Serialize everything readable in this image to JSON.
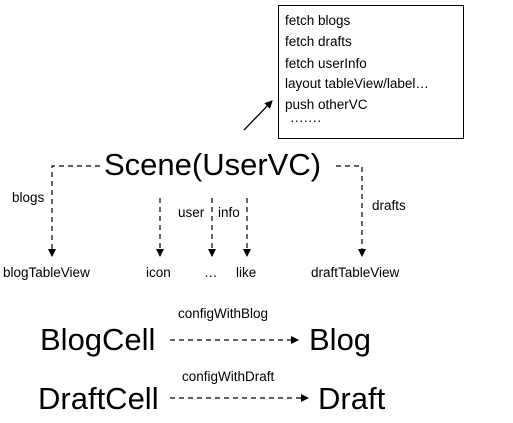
{
  "note": {
    "lines": [
      "fetch blogs",
      "fetch drafts",
      "fetch userInfo",
      "layout tableView/label…",
      "push otherVC",
      "·······"
    ]
  },
  "scene": {
    "title": "Scene(UserVC)"
  },
  "edges": {
    "blogs": "blogs",
    "user": "user",
    "info": "info",
    "drafts": "drafts"
  },
  "children": {
    "blog_table_view": "blogTableView",
    "icon": "icon",
    "ellipsis": "…",
    "like": "like",
    "draft_table_view": "draftTableView"
  },
  "mappings": [
    {
      "cell": "BlogCell",
      "method": "configWithBlog",
      "model": "Blog"
    },
    {
      "cell": "DraftCell",
      "method": "configWithDraft",
      "model": "Draft"
    }
  ]
}
